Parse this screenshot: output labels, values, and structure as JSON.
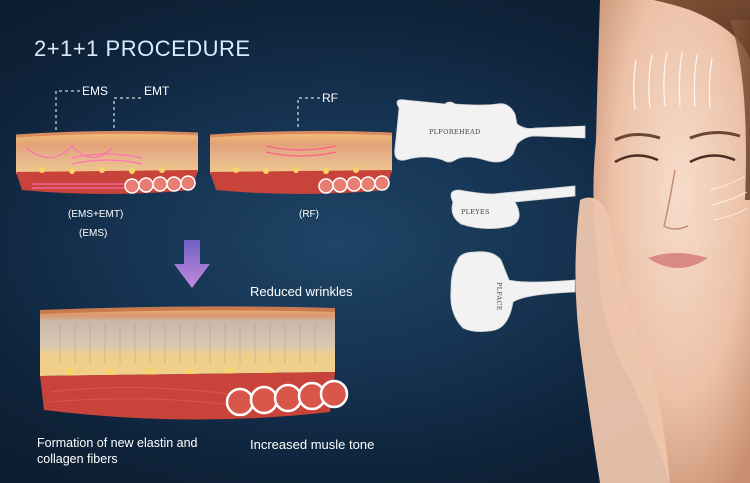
{
  "title": "2+1+1 PROCEDURE",
  "markers": {
    "ems": "EMS",
    "emt": "EMT",
    "rf": "RF"
  },
  "captions": {
    "ems_emt": "(EMS+EMT)",
    "ems": "(EMS)",
    "rf": "(RF)",
    "reduced_wrinkles": "Reduced wrinkles",
    "formation_line1": "Formation of new elastin and",
    "formation_line2": "collagen fibers",
    "muscle_tone": "Increased musle tone"
  },
  "pads": {
    "forehead": "PLFOREHEAD",
    "eyes": "PLEYES",
    "face": "PLFACE"
  },
  "colors": {
    "background": "#163453",
    "arrow": "#b07ad8",
    "skin_top": "#f2c17a",
    "muscle": "#c8433a"
  }
}
